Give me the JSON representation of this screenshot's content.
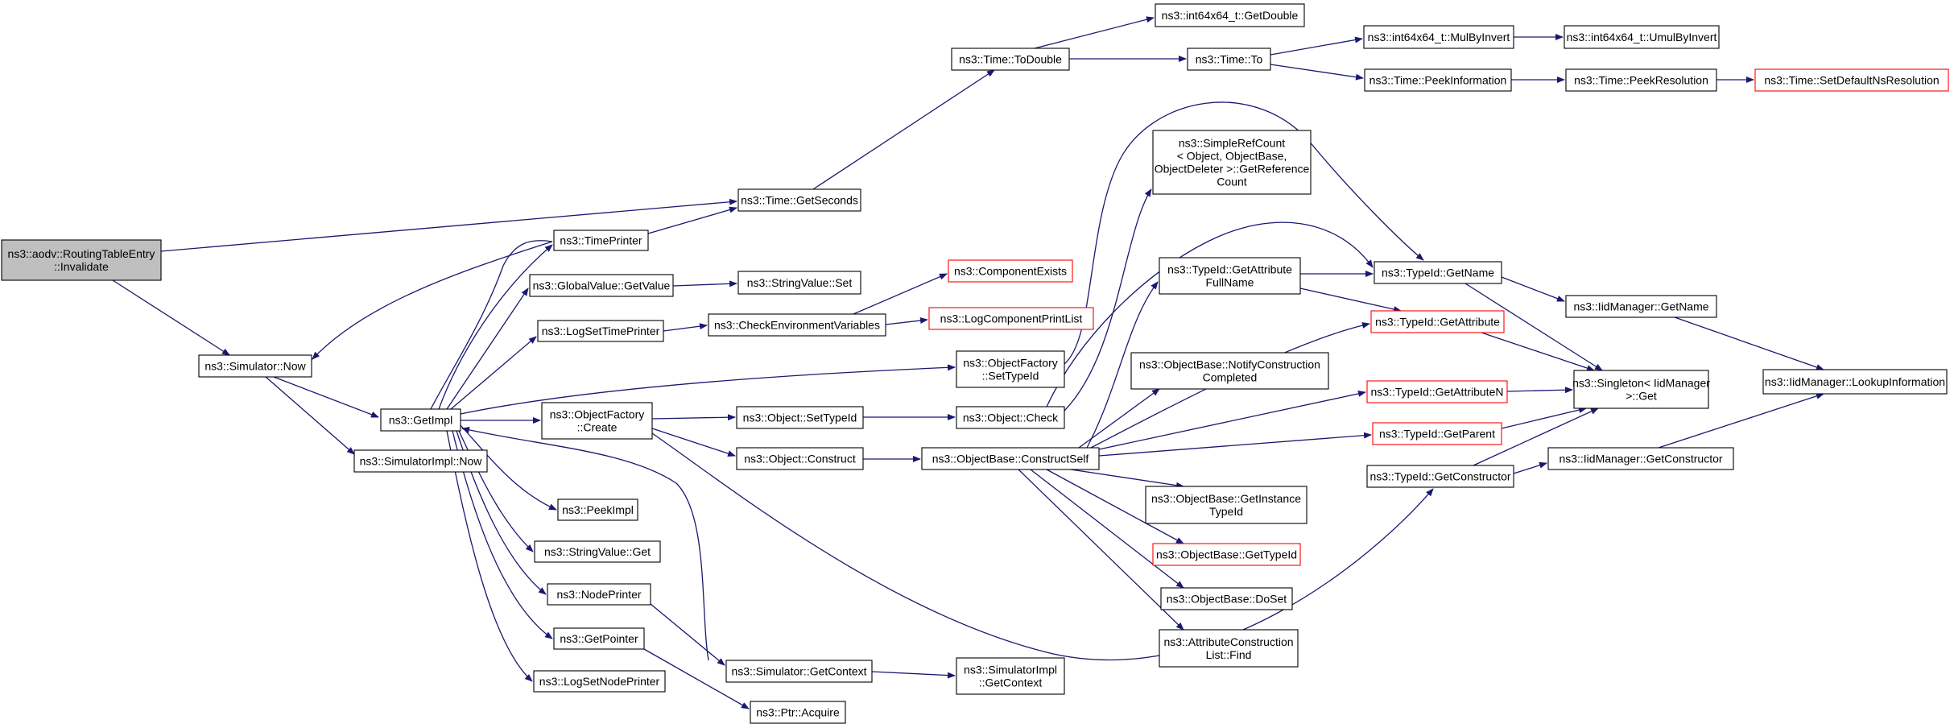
{
  "colors": {
    "edge": "#191970",
    "node_border": "#000000",
    "truncated_border": "#ff0000",
    "root_fill": "#bfbfbf",
    "node_fill": "#ffffff"
  },
  "nodes": [
    {
      "id": "invalidate",
      "lines": [
        "ns3::aodv::RoutingTableEntry",
        "::Invalidate"
      ],
      "style": "root"
    },
    {
      "id": "sim_now",
      "lines": [
        "ns3::Simulator::Now"
      ]
    },
    {
      "id": "getimpl",
      "lines": [
        "ns3::GetImpl"
      ]
    },
    {
      "id": "simimpl_now",
      "lines": [
        "ns3::SimulatorImpl::Now"
      ]
    },
    {
      "id": "timeprinter",
      "lines": [
        "ns3::TimePrinter"
      ]
    },
    {
      "id": "globalvalue_get",
      "lines": [
        "ns3::GlobalValue::GetValue"
      ]
    },
    {
      "id": "logsettimeprinter",
      "lines": [
        "ns3::LogSetTimePrinter"
      ]
    },
    {
      "id": "objfactory_create",
      "lines": [
        "ns3::ObjectFactory",
        "::Create"
      ]
    },
    {
      "id": "peekimpl",
      "lines": [
        "ns3::PeekImpl"
      ]
    },
    {
      "id": "stringvalue_get",
      "lines": [
        "ns3::StringValue::Get"
      ]
    },
    {
      "id": "nodeprinter",
      "lines": [
        "ns3::NodePrinter"
      ]
    },
    {
      "id": "getpointer",
      "lines": [
        "ns3::GetPointer"
      ]
    },
    {
      "id": "logsetnodeprinter",
      "lines": [
        "ns3::LogSetNodePrinter"
      ]
    },
    {
      "id": "getseconds",
      "lines": [
        "ns3::Time::GetSeconds"
      ]
    },
    {
      "id": "stringvalue_set",
      "lines": [
        "ns3::StringValue::Set"
      ]
    },
    {
      "id": "checkenv",
      "lines": [
        "ns3::CheckEnvironmentVariables"
      ]
    },
    {
      "id": "obj_settypeid",
      "lines": [
        "ns3::Object::SetTypeId"
      ]
    },
    {
      "id": "obj_construct",
      "lines": [
        "ns3::Object::Construct"
      ]
    },
    {
      "id": "sim_getcontext",
      "lines": [
        "ns3::Simulator::GetContext"
      ]
    },
    {
      "id": "ptr_acquire",
      "lines": [
        "ns3::Ptr::Acquire"
      ]
    },
    {
      "id": "time_todouble",
      "lines": [
        "ns3::Time::ToDouble"
      ]
    },
    {
      "id": "componentexists",
      "lines": [
        "ns3::ComponentExists"
      ],
      "style": "truncated"
    },
    {
      "id": "logcompprintlist",
      "lines": [
        "ns3::LogComponentPrintList"
      ],
      "style": "truncated"
    },
    {
      "id": "objfactory_settypeid",
      "lines": [
        "ns3::ObjectFactory",
        "::SetTypeId"
      ]
    },
    {
      "id": "obj_check",
      "lines": [
        "ns3::Object::Check"
      ]
    },
    {
      "id": "constructself",
      "lines": [
        "ns3::ObjectBase::ConstructSelf"
      ]
    },
    {
      "id": "simimpl_getcontext",
      "lines": [
        "ns3::SimulatorImpl",
        "::GetContext"
      ]
    },
    {
      "id": "int64_getdouble",
      "lines": [
        "ns3::int64x64_t::GetDouble"
      ]
    },
    {
      "id": "time_to",
      "lines": [
        "ns3::Time::To"
      ]
    },
    {
      "id": "simplerefcount",
      "lines": [
        "ns3::SimpleRefCount",
        "< Object, ObjectBase,",
        "ObjectDeleter >::GetReference",
        "Count"
      ]
    },
    {
      "id": "typeid_getattrfullname",
      "lines": [
        "ns3::TypeId::GetAttribute",
        "FullName"
      ]
    },
    {
      "id": "notifyconstruction",
      "lines": [
        "ns3::ObjectBase::NotifyConstruction",
        "Completed"
      ]
    },
    {
      "id": "getinstancetypeid",
      "lines": [
        "ns3::ObjectBase::GetInstance",
        "TypeId"
      ]
    },
    {
      "id": "objbase_gettypeid",
      "lines": [
        "ns3::ObjectBase::GetTypeId"
      ],
      "style": "truncated"
    },
    {
      "id": "doset",
      "lines": [
        "ns3::ObjectBase::DoSet"
      ]
    },
    {
      "id": "attrconstructionlist_find",
      "lines": [
        "ns3::AttributeConstruction",
        "List::Find"
      ]
    },
    {
      "id": "mulbyinvert",
      "lines": [
        "ns3::int64x64_t::MulByInvert"
      ]
    },
    {
      "id": "peekinformation",
      "lines": [
        "ns3::Time::PeekInformation"
      ]
    },
    {
      "id": "typeid_getname",
      "lines": [
        "ns3::TypeId::GetName"
      ]
    },
    {
      "id": "typeid_getattribute",
      "lines": [
        "ns3::TypeId::GetAttribute"
      ],
      "style": "truncated"
    },
    {
      "id": "typeid_getattributen",
      "lines": [
        "ns3::TypeId::GetAttributeN"
      ],
      "style": "truncated"
    },
    {
      "id": "typeid_getparent",
      "lines": [
        "ns3::TypeId::GetParent"
      ],
      "style": "truncated"
    },
    {
      "id": "typeid_getconstructor",
      "lines": [
        "ns3::TypeId::GetConstructor"
      ]
    },
    {
      "id": "umulbyinvert",
      "lines": [
        "ns3::int64x64_t::UmulByInvert"
      ]
    },
    {
      "id": "peekresolution",
      "lines": [
        "ns3::Time::PeekResolution"
      ]
    },
    {
      "id": "iidmanager_getname",
      "lines": [
        "ns3::IidManager::GetName"
      ]
    },
    {
      "id": "singleton_get",
      "lines": [
        "ns3::Singleton< IidManager",
        ">::Get"
      ]
    },
    {
      "id": "iidmanager_getconstructor",
      "lines": [
        "ns3::IidManager::GetConstructor"
      ]
    },
    {
      "id": "setdefaultnsresolution",
      "lines": [
        "ns3::Time::SetDefaultNsResolution"
      ],
      "style": "truncated"
    },
    {
      "id": "lookupinformation",
      "lines": [
        "ns3::IidManager::LookupInformation"
      ]
    }
  ]
}
